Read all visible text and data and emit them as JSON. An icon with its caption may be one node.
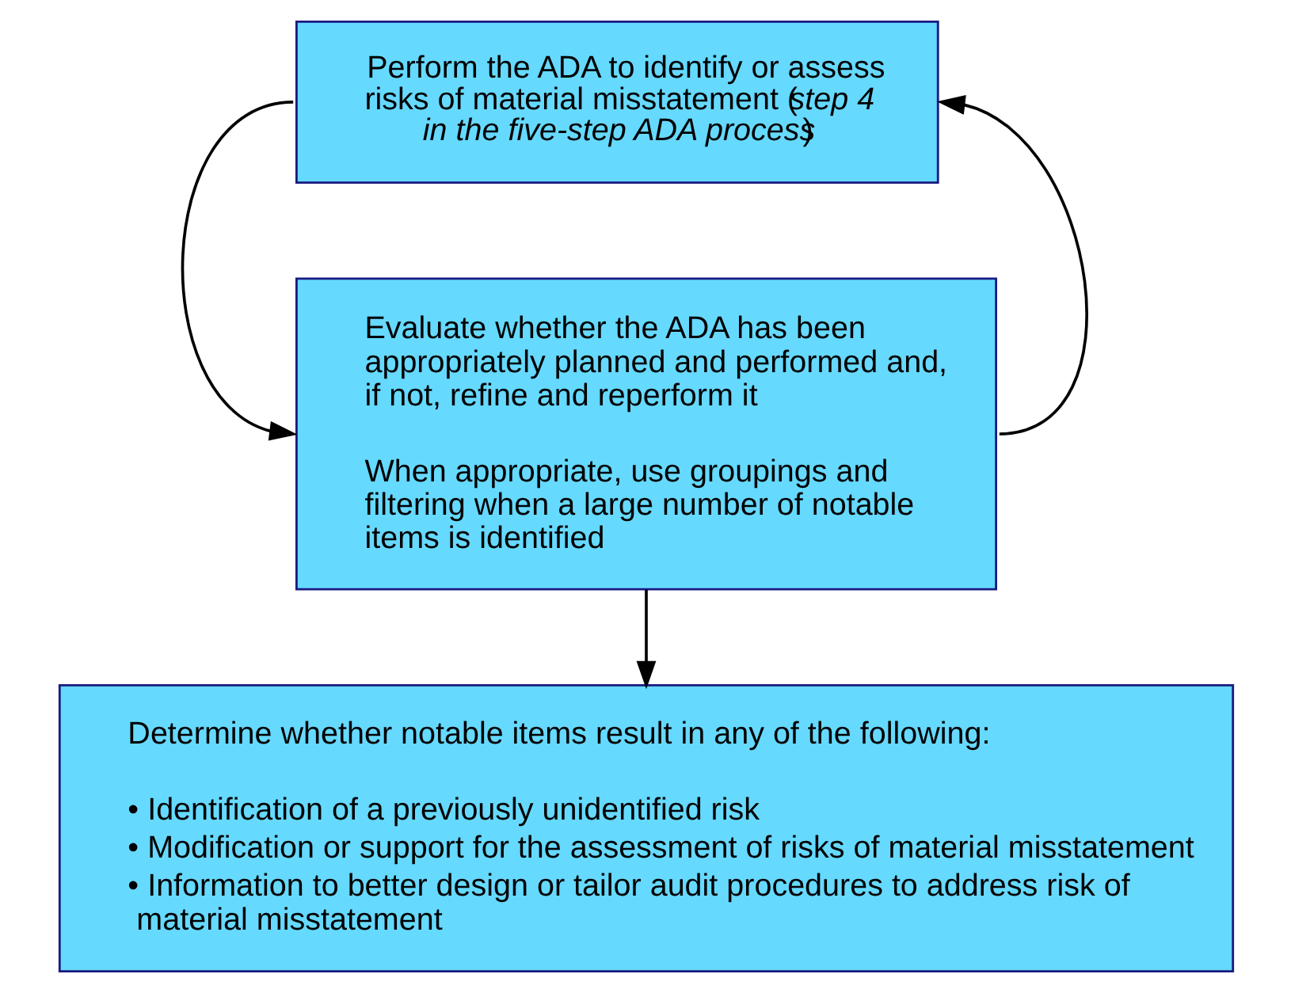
{
  "diagram": {
    "nodes": [
      {
        "text": [
          "Perform the ADA to identify or assess risks of material misstatement (*step 4 in the five-step ADA process*)"
        ]
      },
      {
        "text": [
          "Evaluate whether the ADA has been appropriately planned and performed and, if not, refine and reperform it",
          "When appropriate, use groupings and filtering when a large number of notable items is identified"
        ]
      },
      {
        "text": [
          "Determine whether notable items result in any of the following:",
          "• Identification of a previously unidentified risk",
          "• Modification or support for the assessment of risks of material misstatement",
          "• Information to better design or tailor audit procedures to address risk of material misstatement"
        ]
      }
    ],
    "edges": [
      {
        "from": 0,
        "to": 1,
        "arrow": "to"
      },
      {
        "from": 1,
        "to": 0,
        "arrow": "to"
      },
      {
        "from": 1,
        "to": 2,
        "arrow": "to"
      }
    ]
  }
}
